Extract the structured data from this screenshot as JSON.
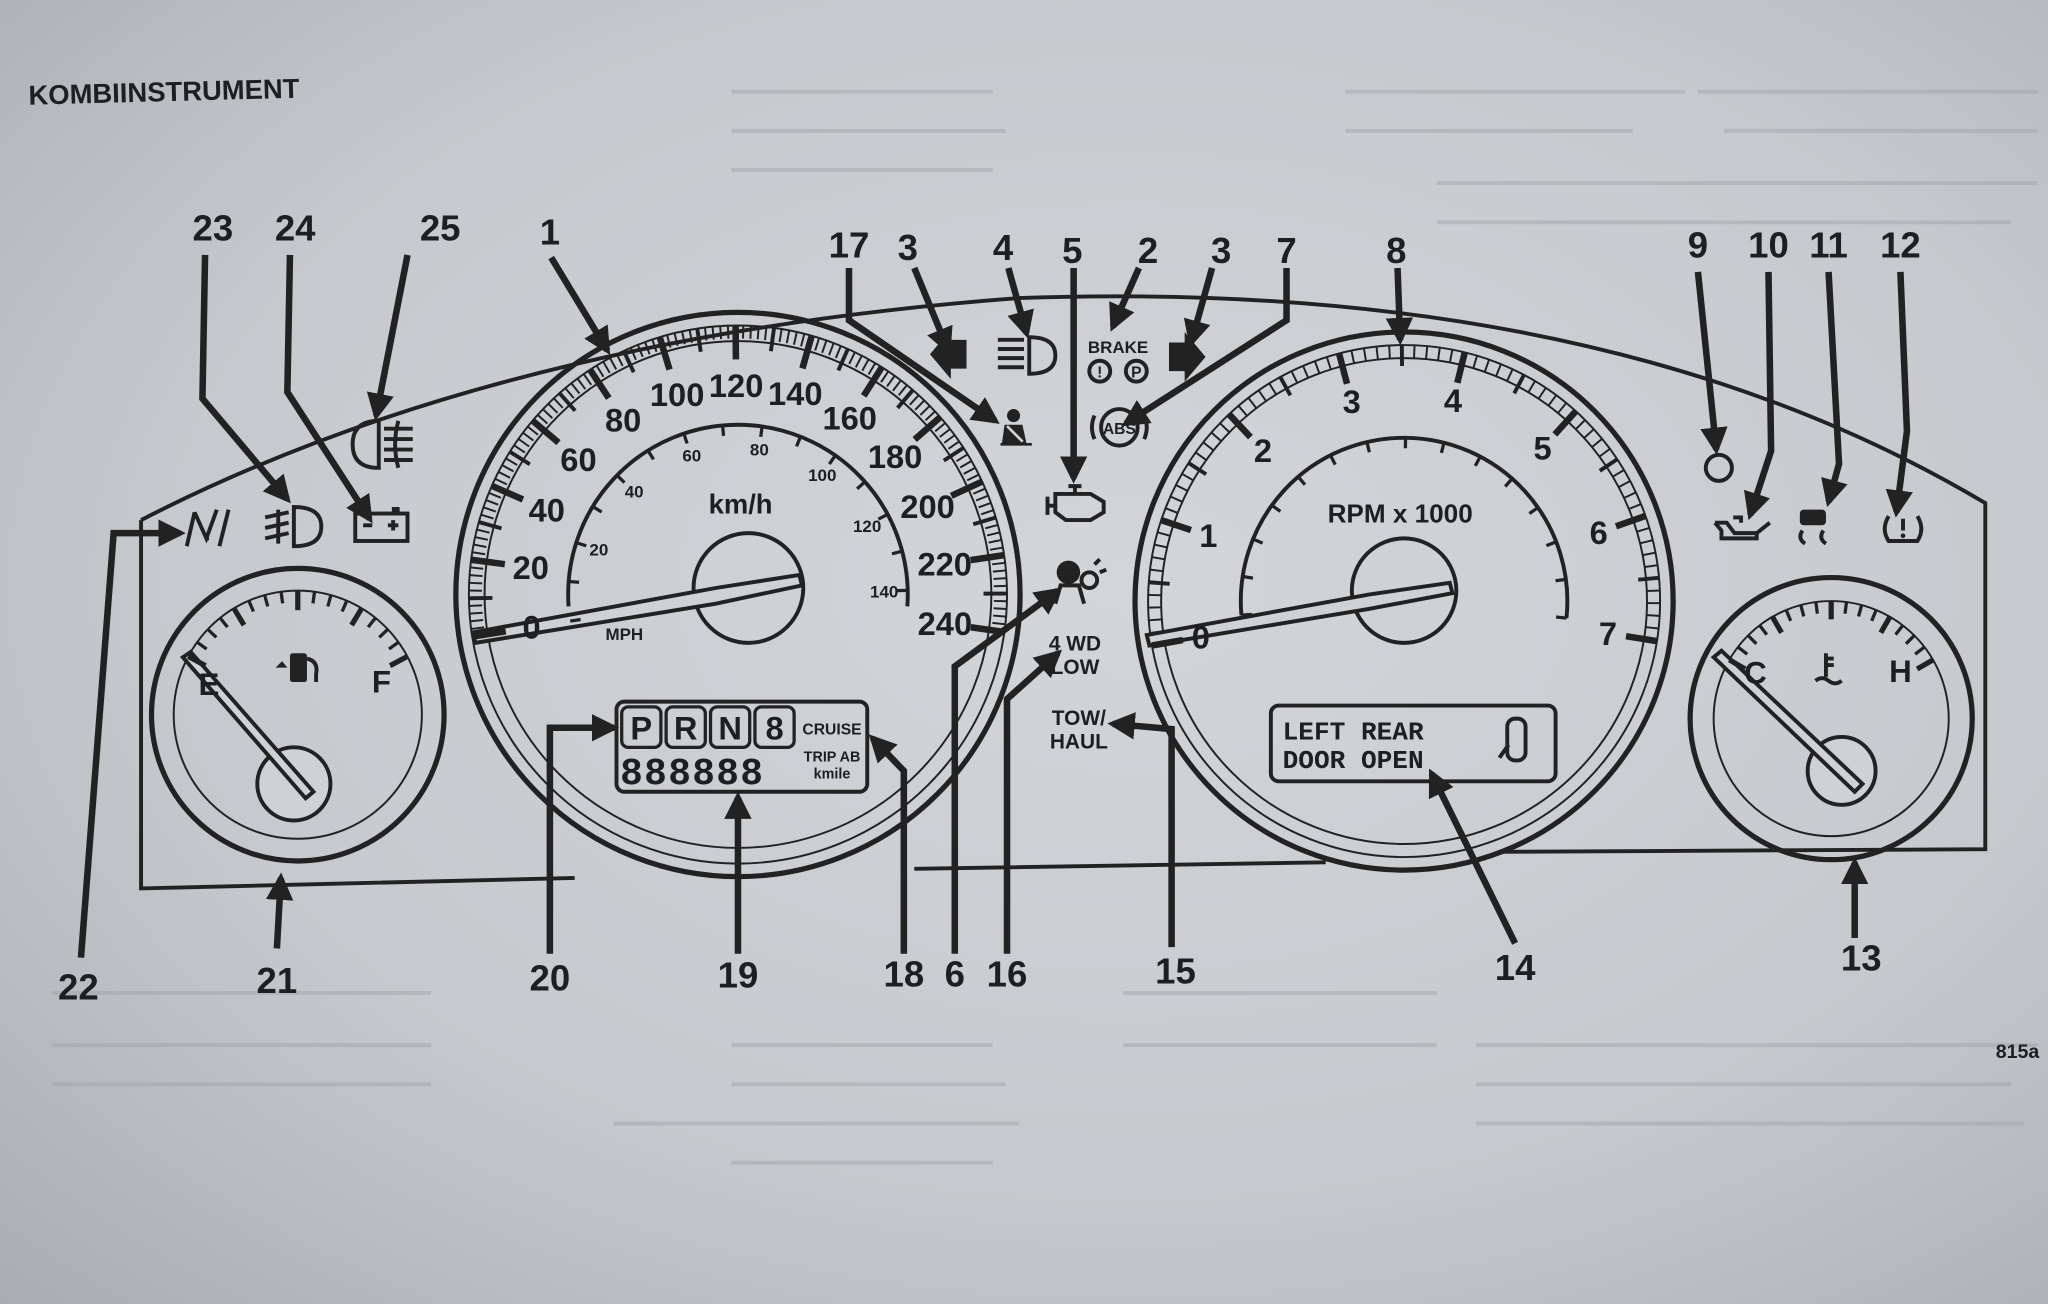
{
  "page": {
    "title": "KOMBIINSTRUMENT",
    "figure_code": "815a"
  },
  "callouts": [
    "23",
    "24",
    "25",
    "1",
    "17",
    "3",
    "4",
    "5",
    "2",
    "3",
    "7",
    "8",
    "9",
    "10",
    "11",
    "12",
    "22",
    "21",
    "20",
    "19",
    "18",
    "6",
    "16",
    "15",
    "14",
    "13"
  ],
  "speedometer": {
    "unit": "km/h",
    "sub_unit": "MPH",
    "kmh_labels": [
      "0",
      "20",
      "40",
      "60",
      "80",
      "100",
      "120",
      "140",
      "160",
      "180",
      "200",
      "220",
      "240"
    ],
    "mph_labels": [
      "20",
      "40",
      "60",
      "80",
      "100",
      "120",
      "140"
    ]
  },
  "tachometer": {
    "unit": "RPM x 1000",
    "labels": [
      "0",
      "1",
      "2",
      "3",
      "4",
      "5",
      "6",
      "7"
    ]
  },
  "fuel_gauge": {
    "empty": "E",
    "full": "F"
  },
  "temp_gauge": {
    "cold": "C",
    "hot": "H"
  },
  "indicators": {
    "brake": "BRAKE",
    "brake_warning": "!",
    "parking_brake": "P",
    "abs": "ABS",
    "four_wd": "4 WD",
    "four_wd_low": "LOW",
    "tow": "TOW/",
    "haul": "HAUL"
  },
  "odometer": {
    "gears": [
      "P",
      "R",
      "N",
      "8"
    ],
    "cruise": "CRUISE",
    "digits": "888888",
    "trip": "TRIP AB",
    "unit": "kmile"
  },
  "message_center": {
    "line1": "LEFT REAR",
    "line2": "DOOR OPEN"
  },
  "colors": {
    "ink": "#1e1f22",
    "paper": "#cfd2d5"
  }
}
